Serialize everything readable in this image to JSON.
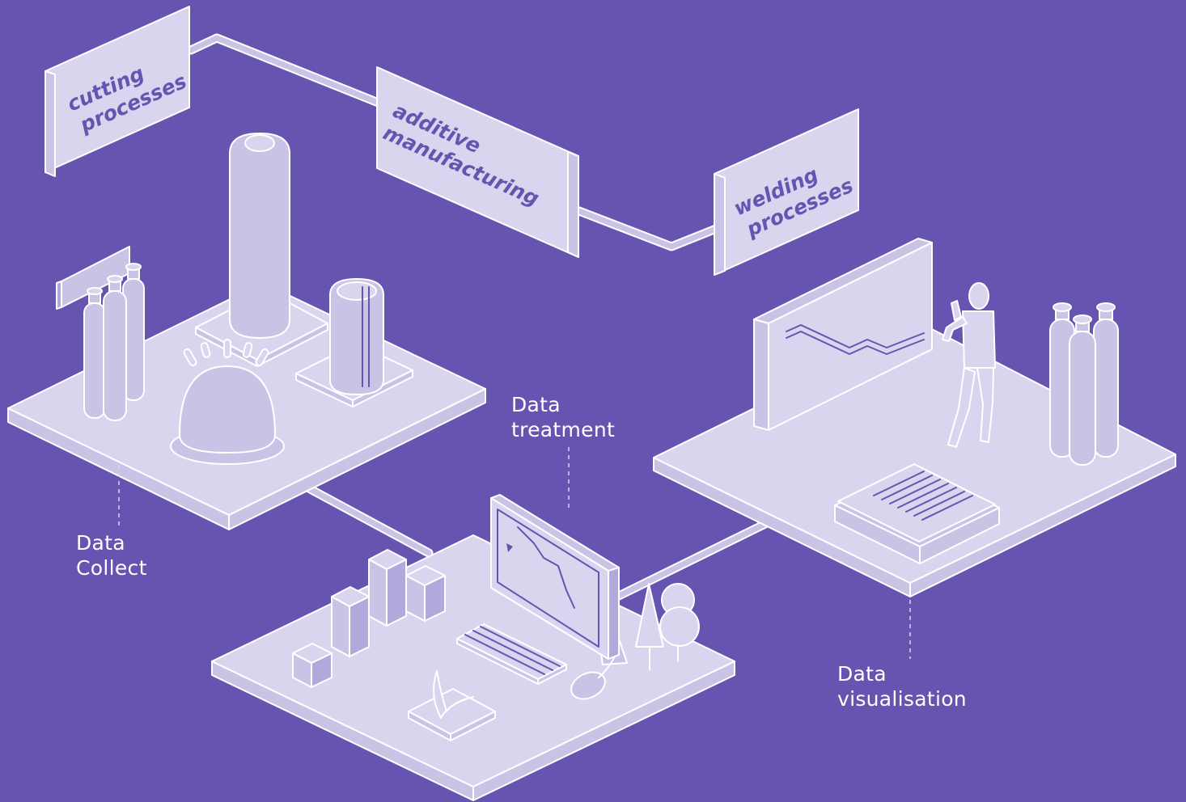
{
  "signs": {
    "cutting": [
      "cutting",
      "processes"
    ],
    "additive": [
      "additive",
      "manufacturing"
    ],
    "welding": [
      "welding",
      "processes"
    ]
  },
  "labels": {
    "data_collect": [
      "Data",
      "Collect"
    ],
    "data_treatment": [
      "Data",
      "treatment"
    ],
    "data_visualisation": [
      "Data",
      "visualisation"
    ]
  },
  "colors": {
    "background": "#6654b0",
    "surface": "#c9c3e6",
    "outline": "#ffffff"
  }
}
